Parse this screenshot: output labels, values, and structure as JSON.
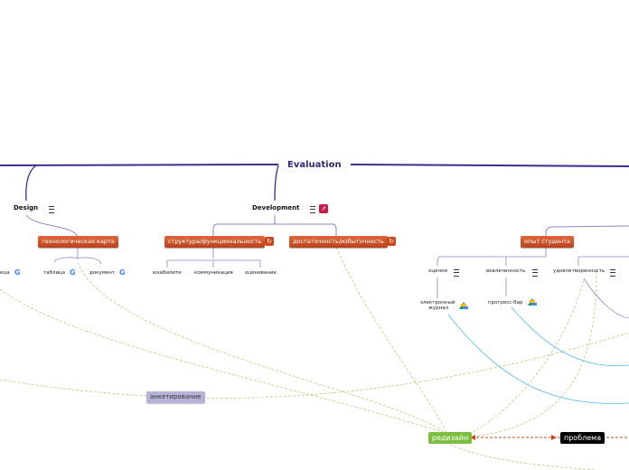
{
  "central": {
    "title": "Evaluation"
  },
  "branches": {
    "design": {
      "label": "Design"
    },
    "development": {
      "label": "Development"
    }
  },
  "design_children": {
    "tech_map": {
      "label": "технологическая карта"
    },
    "left_partial": {
      "label": "ица"
    },
    "table": {
      "label": "таблица"
    },
    "document": {
      "label": "документ"
    }
  },
  "development_children": {
    "structure": {
      "label": "структура/функциональность"
    },
    "sufficiency": {
      "label": "достаточность/избыточность"
    },
    "usability": {
      "label": "юзабилити"
    },
    "communication": {
      "label": "коммуникация"
    },
    "assessment": {
      "label": "оценивание"
    }
  },
  "student_experience": {
    "label": "опыт студента",
    "grades": {
      "label": "оценки"
    },
    "engagement": {
      "label": "вовлеченность"
    },
    "satisfaction": {
      "label": "удовлетворенность"
    },
    "ejournal_line1": "электронный",
    "ejournal_line2": "журнал",
    "progress_bar": {
      "label": "прогресс-бар"
    }
  },
  "floating": {
    "survey": {
      "label": "анкетирование"
    },
    "redesign": {
      "label": "редизайн"
    },
    "problem": {
      "label": "проблема"
    }
  },
  "colors": {
    "central_line": "#3a2f8f",
    "branch_line": "#6a5fc0",
    "dashed_green": "#b9cc7a",
    "cyan_link": "#4fb8e8",
    "orange_link": "#c8491e",
    "pill": "#c8491e"
  },
  "icons": {
    "menu": "menu-icon",
    "google": "google-icon",
    "drive": "google-drive-icon",
    "link": "link-icon"
  }
}
